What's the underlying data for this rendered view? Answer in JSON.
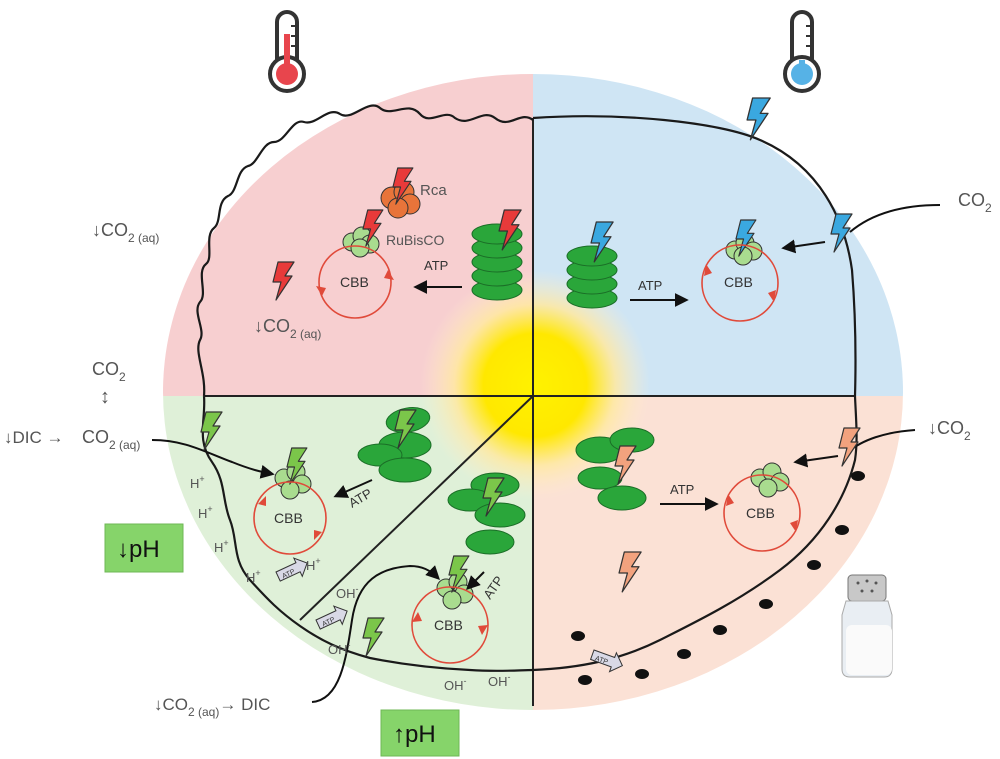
{
  "quadrants": {
    "heat": {
      "color": "#f7cfd0"
    },
    "cold": {
      "color": "#cfe5f4"
    },
    "acid": {
      "color": "#dff0d8"
    },
    "salt": {
      "color": "#fbe1d5"
    }
  },
  "colors": {
    "heat_bolt": "#e83a3a",
    "cold_bolt": "#3aa8e0",
    "acid_bolt": "#7bc64a",
    "salt_bolt": "#f2a27e",
    "thylakoid": "#2aa63a",
    "cycle": "#e04a3a",
    "ph_box": "#86d46a",
    "rca": "#e8743a"
  },
  "icons": {
    "hot_thermometer": "thermometer-hot-icon",
    "cold_thermometer": "thermometer-cold-icon",
    "sun": "sun-icon",
    "salt_shaker": "salt-shaker-icon",
    "stress_bolt": "lightning-bolt-icon"
  },
  "labels": {
    "co2_aq_down_left": "↓CO",
    "co2_aq_down_left_sub": "2 (aq)",
    "rca": "Rca",
    "rubisco": "RuBisCO",
    "cbb": "CBB",
    "atp": "ATP",
    "co2_aq_down_inner": "↓CO",
    "co2_aq_down_inner_sub": "2 (aq)",
    "co2_top_right": "CO",
    "co2_top_right_sub": "2",
    "co2_left": "CO",
    "co2_left_sub": "2",
    "updown_arrow": "↕",
    "dic_line_a": "↓DIC →",
    "dic_line_b": "CO",
    "dic_line_b_sub": "2 (aq)",
    "co2_down_right": "↓CO",
    "co2_down_right_sub": "2",
    "h_plus": "H",
    "h_plus_sup": "+",
    "oh_minus": "OH",
    "oh_minus_sup": "-",
    "ph_down": "↓pH",
    "ph_up": "↑pH",
    "co2_bottom": "↓CO",
    "co2_bottom_sub": "2 (aq)",
    "co2_bottom_tail": "→ DIC"
  }
}
